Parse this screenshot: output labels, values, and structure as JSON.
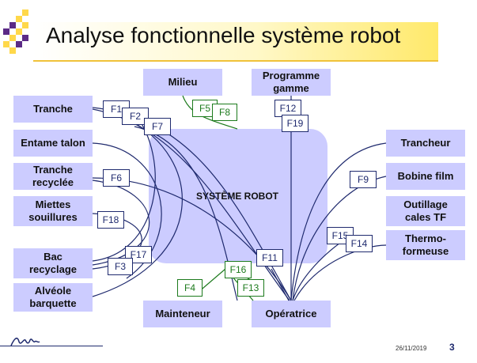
{
  "slide": {
    "title": "Analyse fonctionnelle système robot",
    "date": "26/11/2019",
    "page_number": "3"
  },
  "center": {
    "label": "SYSTÈME ROBOT"
  },
  "nodes": {
    "milieu": "Milieu",
    "programme": "Programme\ngamme",
    "tranche": "Tranche",
    "entame": "Entame talon",
    "tranche_recyclee": "Tranche\nrecyclée",
    "miettes": "Miettes\nsouillures",
    "bac": "Bac\nrecyclage",
    "alveole": "Alvéole\nbarquette",
    "trancheur": "Trancheur",
    "bobine": "Bobine film",
    "outillage": "Outillage\ncales TF",
    "thermo": "Thermo-\nformeuse",
    "mainteneur": "Mainteneur",
    "operatrice": "Opératrice"
  },
  "functions": {
    "F1": "F1",
    "F2": "F2",
    "F3": "F3",
    "F4": "F4",
    "F5": "F5",
    "F6": "F6",
    "F7": "F7",
    "F8": "F8",
    "F9": "F9",
    "F11": "F11",
    "F12": "F12",
    "F13": "F13",
    "F14": "F14",
    "F15": "F15",
    "F16": "F16",
    "F17": "F17",
    "F18": "F18",
    "F19": "F19"
  },
  "colors": {
    "node_fill": "#ccccff",
    "blue_line": "#1f2a6e",
    "green_line": "#1c7a1c",
    "title_accent": "#ffe96a",
    "deco_purple": "#5b2a86"
  },
  "icons": {
    "logo": "signature-logo",
    "corner": "checker-decoration"
  }
}
